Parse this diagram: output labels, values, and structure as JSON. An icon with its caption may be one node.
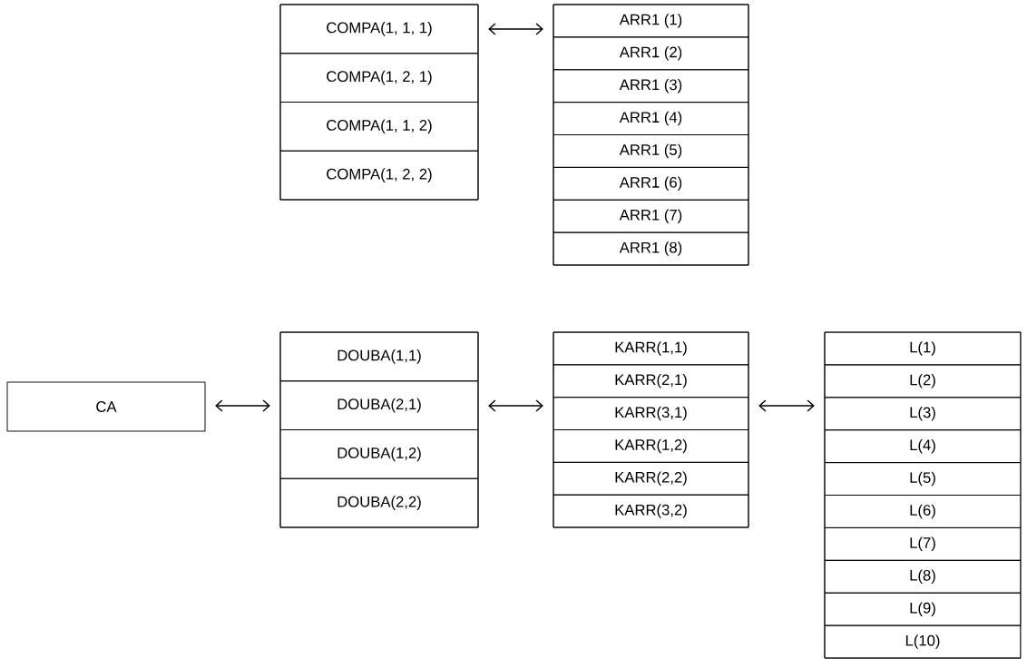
{
  "diagram": {
    "nodes": [
      {
        "text": [],
        "shape": "box"
      },
      {
        "text": [
          "COMPA(1, 1, 1)"
        ],
        "in": 0
      },
      {
        "text": [
          "COMPA(1, 2, 1)"
        ],
        "in": 0
      },
      {
        "text": [
          "COMPA(1, 1, 2)"
        ],
        "in": 0
      },
      {
        "text": [
          "COMPA(1, 2, 2)"
        ],
        "in": 0
      },
      {
        "text": [],
        "shape": "box"
      },
      {
        "text": [
          "ARR1 (1)"
        ],
        "in": 5
      },
      {
        "text": [
          "ARR1 (2)"
        ],
        "in": 5
      },
      {
        "text": [
          "ARR1 (3)"
        ],
        "in": 5
      },
      {
        "text": [
          "ARR1 (4)"
        ],
        "in": 5
      },
      {
        "text": [
          "ARR1 (5)"
        ],
        "in": 5
      },
      {
        "text": [
          "ARR1 (6)"
        ],
        "in": 5
      },
      {
        "text": [
          "ARR1 (7)"
        ],
        "in": 5
      },
      {
        "text": [
          "ARR1 (8)"
        ],
        "in": 5
      },
      {
        "text": [
          "CA"
        ]
      },
      {
        "text": [],
        "shape": "box"
      },
      {
        "text": [
          "DOUBA(1,1)"
        ],
        "in": 15
      },
      {
        "text": [
          "DOUBA(2,1)"
        ],
        "in": 15
      },
      {
        "text": [
          "DOUBA(1,2)"
        ],
        "in": 15
      },
      {
        "text": [
          "DOUBA(2,2)"
        ],
        "in": 15
      },
      {
        "text": [],
        "shape": "box"
      },
      {
        "text": [
          "KARR(1,1)"
        ],
        "in": 20
      },
      {
        "text": [
          "KARR(2,1)"
        ],
        "in": 20
      },
      {
        "text": [
          "KARR(3,1)"
        ],
        "in": 20
      },
      {
        "text": [
          "KARR(1,2)"
        ],
        "in": 20
      },
      {
        "text": [
          "KARR(2,2)"
        ],
        "in": 20
      },
      {
        "text": [
          "KARR(3,2)"
        ],
        "in": 20
      },
      {
        "text": [],
        "shape": "box"
      },
      {
        "text": [
          "L(1)"
        ],
        "in": 27
      },
      {
        "text": [
          "L(2)"
        ],
        "in": 27
      },
      {
        "text": [
          "L(3)"
        ],
        "in": 27
      },
      {
        "text": [
          "L(4)"
        ],
        "in": 27
      },
      {
        "text": [
          "L(5)"
        ],
        "in": 27
      },
      {
        "text": [
          "L(6)"
        ],
        "in": 27
      },
      {
        "text": [
          "L(7)"
        ],
        "in": 27
      },
      {
        "text": [
          "L(8)"
        ],
        "in": 27
      },
      {
        "text": [
          "L(9)"
        ],
        "in": 27
      },
      {
        "text": [
          "L(10)"
        ],
        "in": 27
      }
    ],
    "edges": [
      {
        "from": 0,
        "to": 5,
        "arrow": "both"
      },
      {
        "from": 14,
        "to": 15,
        "arrow": "both"
      },
      {
        "from": 15,
        "to": 20,
        "arrow": "both"
      },
      {
        "from": 20,
        "to": 27,
        "arrow": "both"
      }
    ]
  }
}
